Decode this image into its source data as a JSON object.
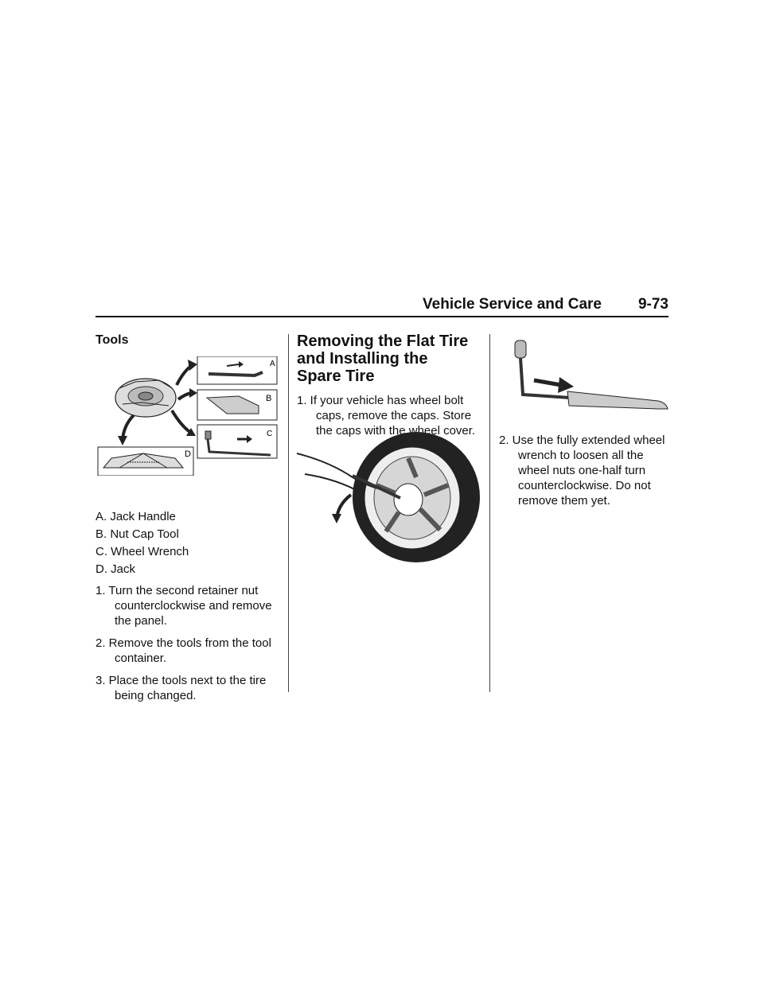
{
  "header": {
    "section_title": "Vehicle Service and Care",
    "page_number": "9-73"
  },
  "tools": {
    "heading": "Tools",
    "figure_labels": [
      "A",
      "B",
      "C",
      "D"
    ],
    "legend": [
      "A.  Jack Handle",
      "B.  Nut Cap Tool",
      "C.  Wheel Wrench",
      "D.  Jack"
    ],
    "steps": [
      "1. Turn the second retainer nut counterclockwise and remove the panel.",
      "2. Remove the tools from the tool container.",
      "3. Place the tools next to the tire being changed."
    ]
  },
  "removing": {
    "heading": "Removing the Flat Tire and Installing the Spare Tire",
    "step1": "1. If your vehicle has wheel bolt caps, remove the caps. Store the caps with the wheel cover."
  },
  "wrench_section": {
    "step2": "2. Use the fully extended wheel wrench to loosen all the wheel nuts one-half turn counterclockwise. Do not remove them yet."
  }
}
